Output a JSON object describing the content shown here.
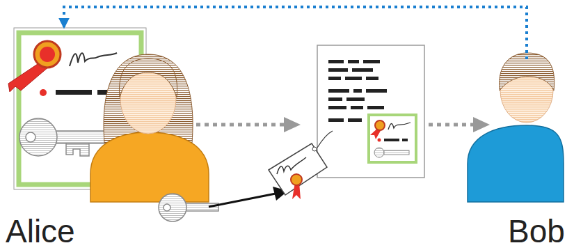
{
  "diagram": {
    "nodes": [
      {
        "text": [
          "Alice"
        ]
      },
      {
        "text": [
          "Bob"
        ]
      }
    ],
    "edges": [
      {
        "from": 1,
        "to": 0,
        "arrow": "to"
      }
    ]
  }
}
